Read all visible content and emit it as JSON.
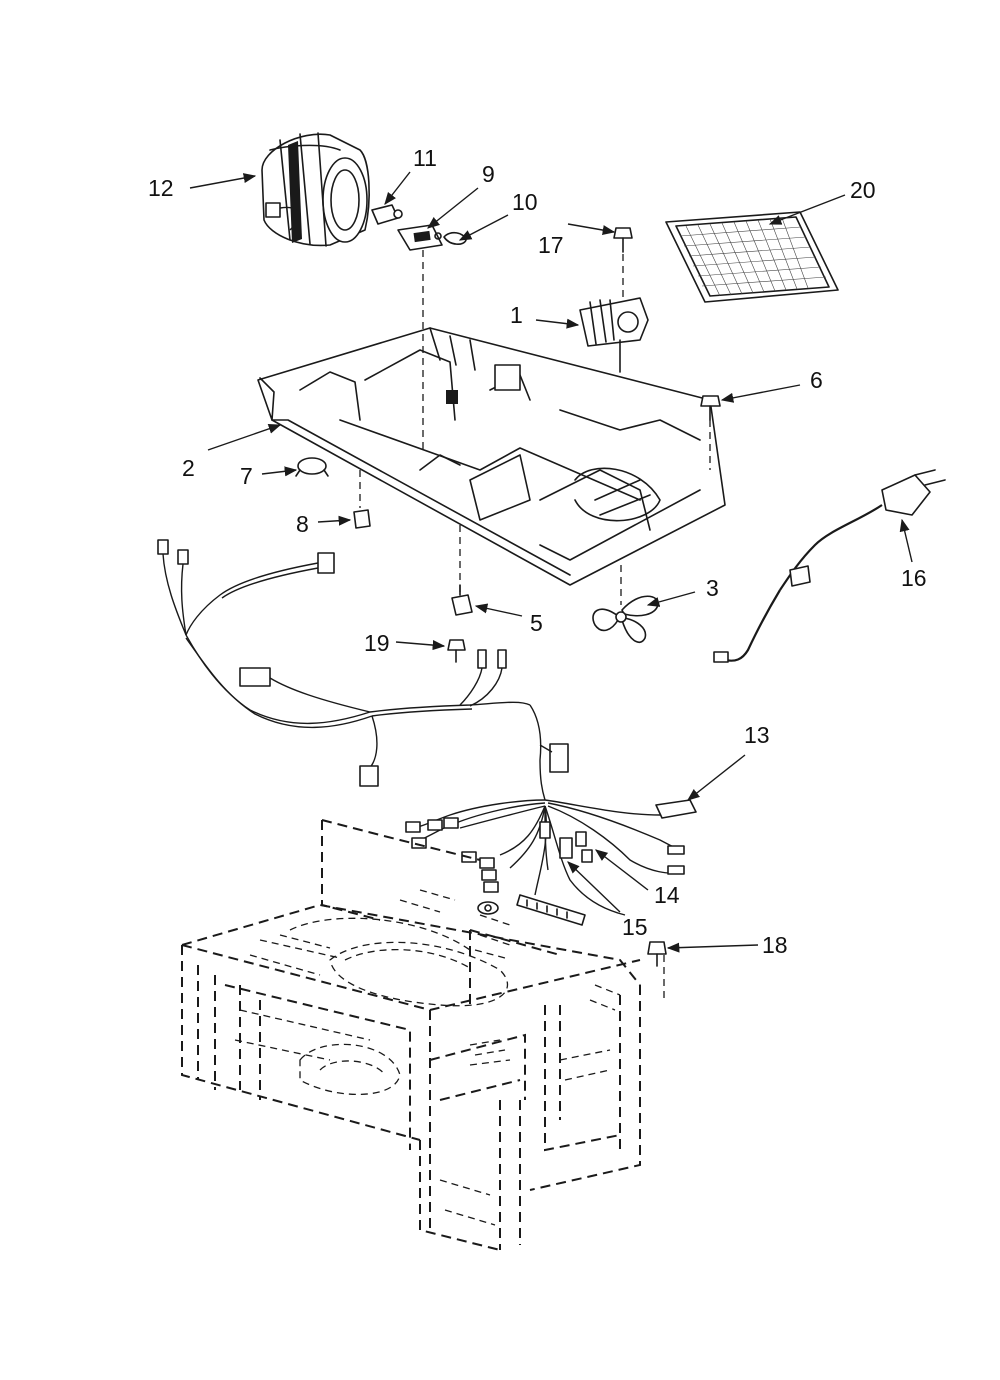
{
  "callouts": {
    "c1": "1",
    "c2": "2",
    "c3": "3",
    "c5": "5",
    "c6": "6",
    "c7": "7",
    "c8": "8",
    "c9": "9",
    "c10": "10",
    "c11": "11",
    "c12": "12",
    "c13": "13",
    "c14": "14",
    "c15": "15",
    "c16": "16",
    "c17": "17",
    "c18": "18",
    "c19": "19",
    "c20": "20"
  }
}
